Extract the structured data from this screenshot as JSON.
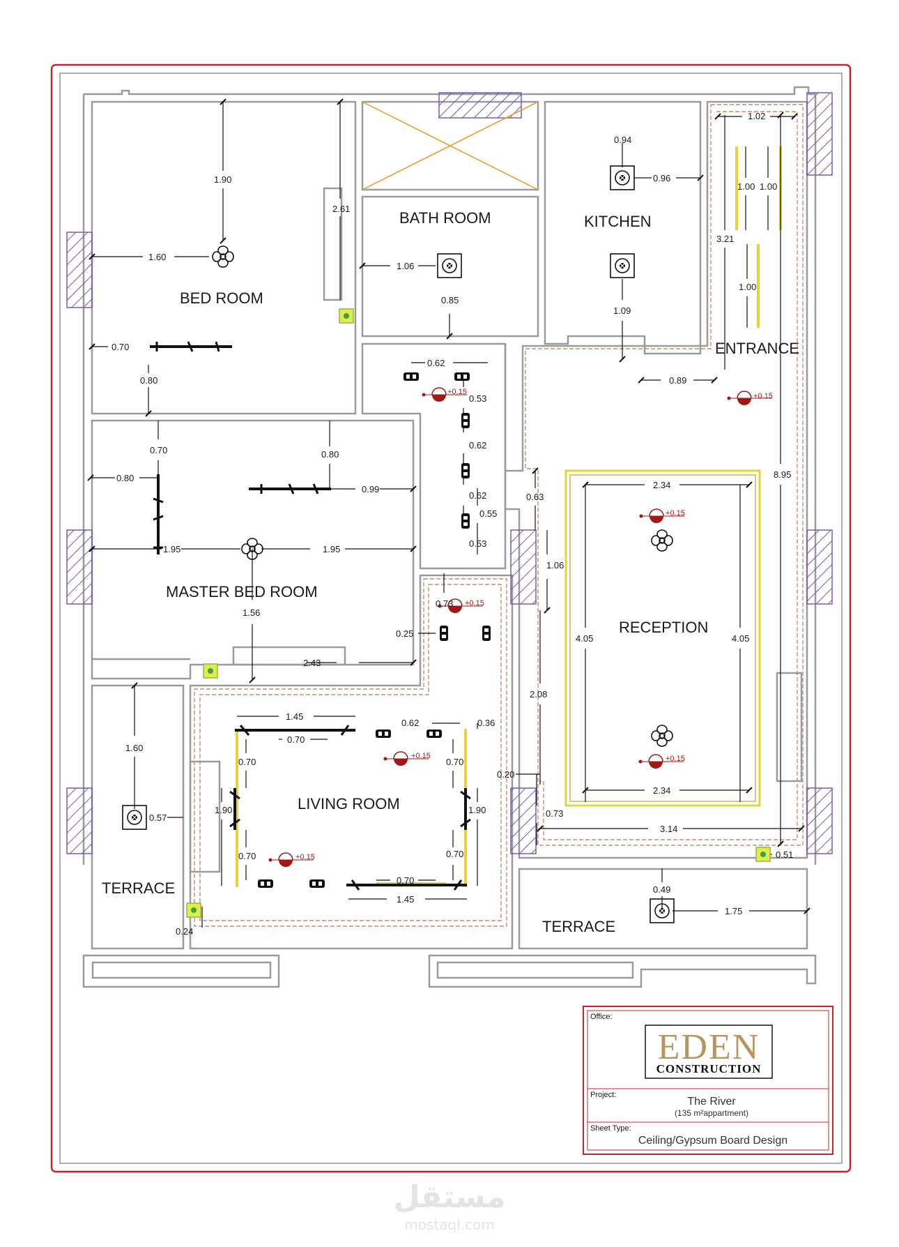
{
  "rooms": {
    "bed_room": "BED ROOM",
    "bath_room": "BATH ROOM",
    "kitchen": "KITCHEN",
    "entrance": "ENTRANCE",
    "master_bed_room": "MASTER BED ROOM",
    "reception": "RECEPTION",
    "living_room": "LIVING ROOM",
    "terrace_left": "TERRACE",
    "terrace_right": "TERRACE"
  },
  "dimensions": [
    "1.90",
    "2.61",
    "1.60",
    "0.70",
    "0.80",
    "1.06",
    "0.85",
    "0.94",
    "0.96",
    "1.09",
    "1.02",
    "1.00",
    "1.00",
    "3.21",
    "1.00",
    "0.89",
    "8.95",
    "0.62",
    "0.53",
    "0.62",
    "0.62",
    "0.55",
    "0.53",
    "0.70",
    "0.80",
    "0.80",
    "0.99",
    "1.95",
    "1.95",
    "1.56",
    "0.63",
    "1.06",
    "2.34",
    "4.05",
    "4.05",
    "0.73",
    "0.25",
    "2.43",
    "2.08",
    "1.45",
    "0.70",
    "0.62",
    "0.36",
    "0.70",
    "0.70",
    "1.90",
    "1.90",
    "0.70",
    "0.70",
    "0.70",
    "1.45",
    "0.20",
    "0.73",
    "2.34",
    "3.14",
    "0.51",
    "1.60",
    "0.57",
    "0.24",
    "0.49",
    "1.75"
  ],
  "levels": [
    "+0.15",
    "+0.15",
    "+0.15",
    "+0.15",
    "+0.15",
    "+0.15",
    "+0.15"
  ],
  "title_block": {
    "office_label": "Office:",
    "logo_main": "EDEN",
    "logo_sub": "CONSTRUCTION",
    "project_label": "Project:",
    "project_name": "The River",
    "project_detail": "(135 m²appartment)",
    "sheet_label": "Sheet Type:",
    "sheet_type": "Ceiling/Gypsum Board Design"
  },
  "watermark": {
    "arabic": "مستقل",
    "latin": "mostaql.com"
  },
  "colors": {
    "border_red": "#c0272d",
    "wall_gray": "#9a9a9a",
    "gypsum_yellow": "#e6d23a",
    "hatch_purple": "#7a5aa8",
    "level_red": "#a01818",
    "orange_x": "#e89a2a"
  }
}
